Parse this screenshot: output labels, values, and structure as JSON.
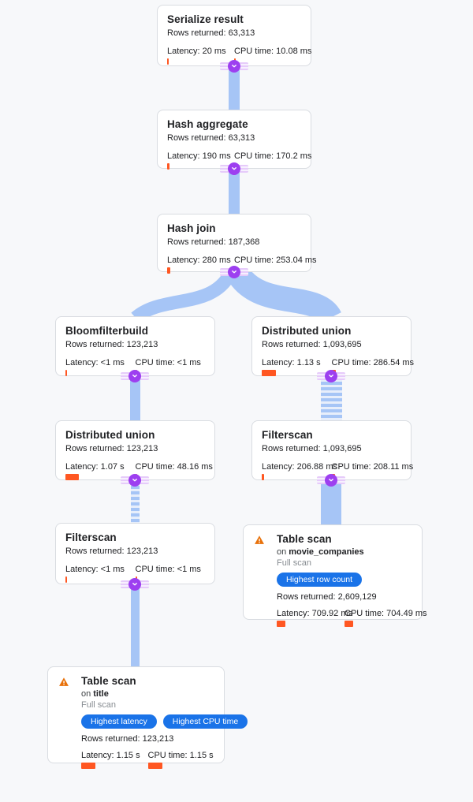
{
  "colors": {
    "background": "#f7f8fa",
    "card_border": "#d9dce1",
    "edge_blue": "#a6c5f6",
    "collapse_purple": "#9d3ff0",
    "metric_bar_orange": "#ff5722",
    "badge_blue": "#1a73e8",
    "warning_orange": "#e8710a"
  },
  "nodes": [
    {
      "title": "Serialize result",
      "rows": "Rows returned: 63,313",
      "latency": "Latency: 20 ms",
      "cpu": "CPU time: 10.08 ms",
      "latency_bar": 2,
      "cpu_bar": 2
    },
    {
      "title": "Hash aggregate",
      "rows": "Rows returned: 63,313",
      "latency": "Latency: 190 ms",
      "cpu": "CPU time: 170.2 ms",
      "latency_bar": 3,
      "cpu_bar": 3
    },
    {
      "title": "Hash join",
      "rows": "Rows returned: 187,368",
      "latency": "Latency: 280 ms",
      "cpu": "CPU time: 253.04 ms",
      "latency_bar": 4,
      "cpu_bar": 4
    },
    {
      "title": "Bloomfilterbuild",
      "rows": "Rows returned: 123,213",
      "latency": "Latency: <1 ms",
      "cpu": "CPU time: <1 ms",
      "latency_bar": 2,
      "cpu_bar": 2
    },
    {
      "title": "Distributed union",
      "rows": "Rows returned: 1,093,695",
      "latency": "Latency: 1.13 s",
      "cpu": "CPU time: 286.54 ms",
      "latency_bar": 18,
      "cpu_bar": 5
    },
    {
      "title": "Distributed union",
      "rows": "Rows returned: 123,213",
      "latency": "Latency: 1.07 s",
      "cpu": "CPU time: 48.16 ms",
      "latency_bar": 17,
      "cpu_bar": 2
    },
    {
      "title": "Filterscan",
      "rows": "Rows returned: 1,093,695",
      "latency": "Latency: 206.88 ms",
      "cpu": "CPU time: 208.11 ms",
      "latency_bar": 3,
      "cpu_bar": 4
    },
    {
      "title": "Filterscan",
      "rows": "Rows returned: 123,213",
      "latency": "Latency: <1 ms",
      "cpu": "CPU time: <1 ms",
      "latency_bar": 2,
      "cpu_bar": 2
    },
    {
      "title": "Table scan",
      "on_label": "on",
      "table": "movie_companies",
      "scan_type": "Full scan",
      "badges": [
        "Highest row count"
      ],
      "rows": "Rows returned: 2,609,129",
      "latency": "Latency: 709.92 ms",
      "cpu": "CPU time: 704.49 ms",
      "latency_bar": 11,
      "cpu_bar": 11
    },
    {
      "title": "Table scan",
      "on_label": "on",
      "table": "title",
      "scan_type": "Full scan",
      "badges": [
        "Highest latency",
        "Highest CPU time"
      ],
      "rows": "Rows returned: 123,213",
      "latency": "Latency: 1.15 s",
      "cpu": "CPU time: 1.15 s",
      "latency_bar": 18,
      "cpu_bar": 18
    }
  ]
}
